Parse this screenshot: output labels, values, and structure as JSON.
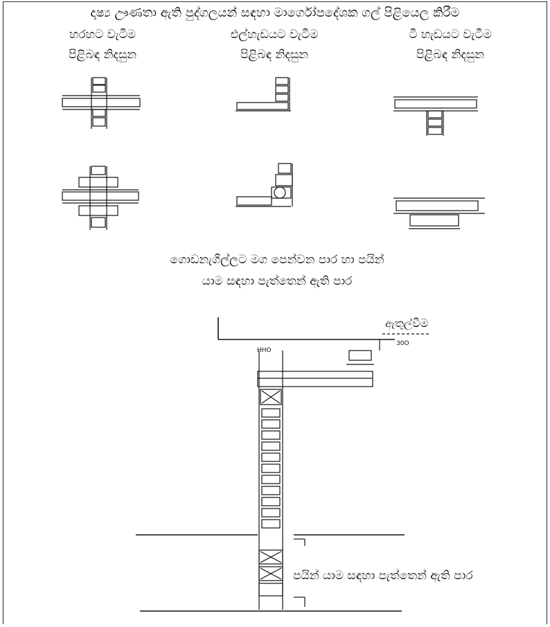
{
  "title": "දෘෂ්‍ය ඌණතා ඇති පුද්ගලයන් සඳහා මාර්ගෝපදේශක ගල් පිළියෙල කිරීම",
  "columns": [
    {
      "line1": "හරහට වැටීම",
      "line2": "පිළිබඳ නිදසුන"
    },
    {
      "line1": "එල්හැඩයට වැටීම",
      "line2": "පිළිබඳ නිදසුන"
    },
    {
      "line1": "ටී හැඩයට වැටීම",
      "line2": "පිළිබඳ නිදසුන"
    }
  ],
  "middle_caption": {
    "line1": "ගොඩනැගිල්ලට මග පෙන්වන පාර හා පයින්",
    "line2": "යාම සඳහා පැත්තෙන් ඇති පාර"
  },
  "labels": {
    "entrance": "ඇතුල්වීම",
    "side_path": "පයින් යාම සඳහා පැත්තෙන් ඇති පාර",
    "small_mark_1": "HHO",
    "small_mark_2": "30O"
  }
}
